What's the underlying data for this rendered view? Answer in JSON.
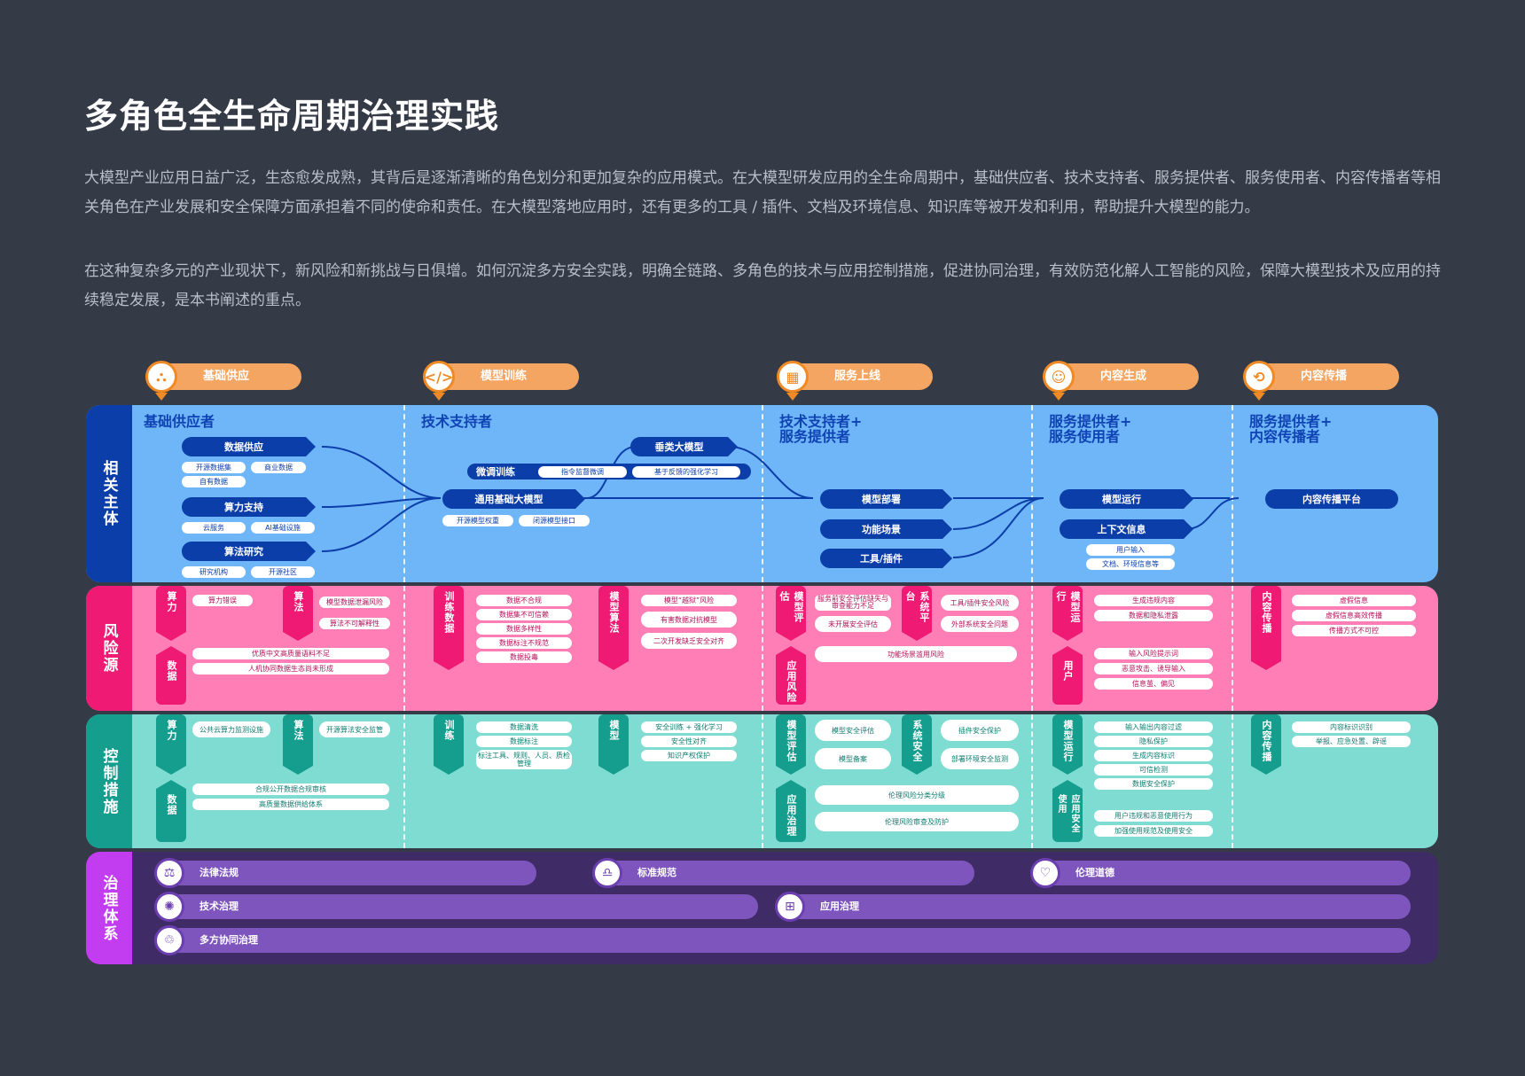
{
  "title": "多角色全生命周期治理实践",
  "paragraphs": [
    "大模型产业应用日益广泛，生态愈发成熟，其背后是逐渐清晰的角色划分和更加复杂的应用模式。在大模型研发应用的全生命周期中，基础供应者、技术支持者、服务提供者、服务使用者、内容传播者等相关角色在产业发展和安全保障方面承担着不同的使命和责任。在大模型落地应用时，还有更多的工具 / 插件、文档及环境信息、知识库等被开发和利用，帮助提升大模型的能力。",
    "在这种复杂多元的产业现状下，新风险和新挑战与日俱增。如何沉淀多方安全实践，明确全链路、多角色的技术与应用控制措施，促进协同治理，有效防范化解人工智能的风险，保障大模型技术及应用的持续稳定发展，是本书阐述的重点。"
  ],
  "stages": [
    {
      "label": "基础供应",
      "icon": "network-icon"
    },
    {
      "label": "模型训练",
      "icon": "code-icon"
    },
    {
      "label": "服务上线",
      "icon": "dashboard-icon"
    },
    {
      "label": "内容生成",
      "icon": "user-icon"
    },
    {
      "label": "内容传播",
      "icon": "share-icon"
    }
  ],
  "bands": {
    "subjects": "相关主体",
    "risks": "风险源",
    "controls": "控制措施",
    "governance": "治理体系"
  },
  "subjects": {
    "roles": [
      "基础供应者",
      "技术支持者",
      "技术支持者+\n服务提供者",
      "服务提供者+\n服务使用者",
      "服务提供者+\n内容传播者"
    ],
    "col1": {
      "data": {
        "label": "数据供应",
        "subs": [
          "开源数据集",
          "商业数据",
          "自有数据"
        ]
      },
      "compute": {
        "label": "算力支持",
        "subs": [
          "云服务",
          "AI基础设施"
        ]
      },
      "algo": {
        "label": "算法研究",
        "subs": [
          "研究机构",
          "开源社区"
        ]
      }
    },
    "col2": {
      "finetune": {
        "label": "微调训练",
        "subs": [
          "指令监督微调",
          "基于反馈的强化学习"
        ]
      },
      "base": {
        "label": "通用基础大模型",
        "subs": [
          "开源模型权重",
          "闭源模型接口"
        ]
      },
      "vertical": {
        "label": "垂类大模型"
      }
    },
    "col3": [
      "模型部署",
      "功能场景",
      "工具/插件"
    ],
    "col4": {
      "run": "模型运行",
      "ctx": "上下文信息",
      "subs": [
        "用户输入",
        "文档、环境信息等"
      ]
    },
    "col5": "内容传播平台"
  },
  "risks": {
    "c1": {
      "compute": {
        "tag": "算力",
        "items": [
          "算力错误"
        ]
      },
      "algo": {
        "tag": "算法",
        "items": [
          "模型数据泄漏风险",
          "算法不可解释性"
        ]
      },
      "data": {
        "tag": "数据",
        "items": [
          "优质中文高质量语料不足",
          "人机协同数据生态尚未形成"
        ]
      }
    },
    "c2": {
      "train": {
        "tag": "训练数据",
        "items": [
          "数据不合规",
          "数据集不可信赖",
          "数据多样性",
          "数据标注不规范",
          "数据投毒"
        ]
      },
      "model": {
        "tag": "模型算法",
        "items": [
          "模型“越狱”风险",
          "有害数据对抗模型",
          "二次开发缺乏安全对齐"
        ]
      }
    },
    "c3": {
      "eval": {
        "tag": "模型评估",
        "items": [
          "服务前安全评估缺失与审查能力不足",
          "未开展安全评估"
        ]
      },
      "sys": {
        "tag": "系统平台",
        "items": [
          "工具/插件安全风险",
          "外部系统安全问题"
        ]
      },
      "app": {
        "tag": "应用风险",
        "items": [
          "功能场景滥用风险"
        ]
      }
    },
    "c4": {
      "run": {
        "tag": "模型运行",
        "items": [
          "生成违规内容",
          "数据和隐私泄露"
        ]
      },
      "user": {
        "tag": "用户",
        "items": [
          "输入风险提示词",
          "恶意攻击、诱导输入",
          "信息茧、偏见"
        ]
      }
    },
    "c5": {
      "tag": "内容传播",
      "items": [
        "虚假信息",
        "虚假信息高效传播",
        "传播方式不可控"
      ]
    }
  },
  "controls": {
    "c1": {
      "compute": {
        "tag": "算力",
        "items": [
          "公共云算力监测设施"
        ]
      },
      "algo": {
        "tag": "算法",
        "items": [
          "开源算法安全监管"
        ]
      },
      "data": {
        "tag": "数据",
        "items": [
          "合规公开数据合规审核",
          "高质量数据供给体系"
        ]
      }
    },
    "c2": {
      "train": {
        "tag": "训练",
        "items": [
          "数据清洗",
          "数据标注",
          "标注工具、规则、人员、质检管理"
        ]
      },
      "model": {
        "tag": "模型",
        "items": [
          "安全训练 + 强化学习",
          "安全性对齐",
          "知识产权保护"
        ]
      }
    },
    "c3": {
      "eval": {
        "tag": "模型评估",
        "items": [
          "模型安全评估",
          "模型备案"
        ]
      },
      "sys": {
        "tag": "系统安全",
        "items": [
          "插件安全保护",
          "部署环境安全监测"
        ]
      },
      "app": {
        "tag": "应用治理",
        "items": [
          "伦理风险分类分级",
          "伦理风险审查及防护"
        ]
      }
    },
    "c4": {
      "run": {
        "tag": "模型运行",
        "items": [
          "输入输出内容过滤",
          "隐私保护",
          "生成内容标识",
          "可信检测",
          "数据安全保护"
        ]
      },
      "app": {
        "tag": "应用安全使用",
        "items": [
          "用户违规和恶意使用行为",
          "加强使用规范及使用安全"
        ]
      }
    },
    "c5": {
      "tag": "内容传播",
      "items": [
        "内容标识识别",
        "举报、应急处置、辟谣"
      ]
    }
  },
  "governance": [
    {
      "label": "法律法规",
      "icon": "law-icon"
    },
    {
      "label": "标准规范",
      "icon": "scale-icon"
    },
    {
      "label": "伦理道德",
      "icon": "ethics-icon"
    },
    {
      "label": "技术治理",
      "icon": "tech-icon"
    },
    {
      "label": "应用治理",
      "icon": "app-icon"
    },
    {
      "label": "多方协同治理",
      "icon": "collab-icon"
    }
  ]
}
